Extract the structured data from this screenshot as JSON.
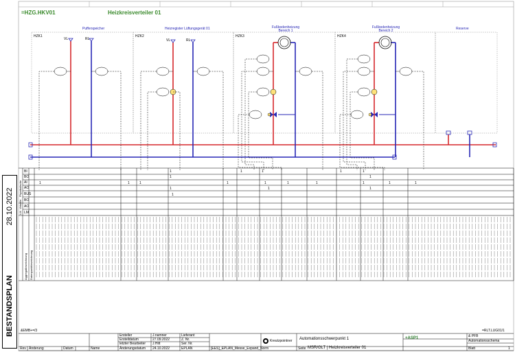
{
  "header": {
    "code": "=HZG.HKV01",
    "title": "Heizkreisverteiler 01"
  },
  "sections": [
    {
      "id": "HZK1",
      "title": "Pufferspeicher"
    },
    {
      "id": "HZK2",
      "title": "Heizregister Lüftungsgerät 01"
    },
    {
      "id": "HZK3",
      "title": "Fußbodenheizung Bereich 1"
    },
    {
      "id": "HZK4",
      "title": "Fußbodenheizung Bereich 2"
    },
    {
      "id": "",
      "title": "Reserve"
    }
  ],
  "pipes": {
    "vl": "VL",
    "rl": "RL"
  },
  "io_rows": {
    "bi": "BI",
    "bo": "BO",
    "ai": "AI",
    "ao": "AO",
    "bus": "BUS",
    "bo2": "BO",
    "ao2": "AO",
    "lm": "LM"
  },
  "io_groups": {
    "group1": "Physikalische",
    "group2": "Virtuelle",
    "group3": "LM"
  },
  "row_captions": {
    "aggregate": "Aggregatbezeichnung",
    "data": "Datenpunktbezeichnung"
  },
  "stamp": {
    "text": "BESTANDSPLAN",
    "date": "28.10.2022"
  },
  "titleblock": {
    "ref_left": "&EMB+=/3",
    "ref_right": "=RLT.LUG01/1",
    "col_rev": "Rev",
    "col_change": "Änderung",
    "col_date": "Datum",
    "col_name": "Name",
    "created_label": "Ersteller",
    "created_value": "J.namner",
    "created_date_label": "Erstelldatum",
    "created_date_value": "27.09.2022",
    "editor_label": "letzter Bearbeiter",
    "editor_value": "J.Hitt",
    "change_date_label": "Änderungsdatum",
    "change_date_value": "24.10.2022",
    "plan_label": "Lieferant",
    "plan_value1": "Z. Nr.",
    "plan_value2": "Ser. Nr.",
    "eplan": "EPLAN",
    "filename": "[EES]_EPLAN_Messe_Expand_Norm",
    "company": "Kreutzpointner",
    "project": "Automationsschwerpunkt 1",
    "page_label": "Seite",
    "page_path": "MSR/GLT | Heizkreisverteiler 01",
    "asp": "+ASP1",
    "rhs1": "& PFB",
    "rhs2": "Automationsschema",
    "blatt_label": "Blatt",
    "blatt_value": "1"
  },
  "colors": {
    "supply": "#d6262a",
    "return": "#2626b5",
    "grid": "#000000",
    "title_green": "#3a8a2c"
  }
}
